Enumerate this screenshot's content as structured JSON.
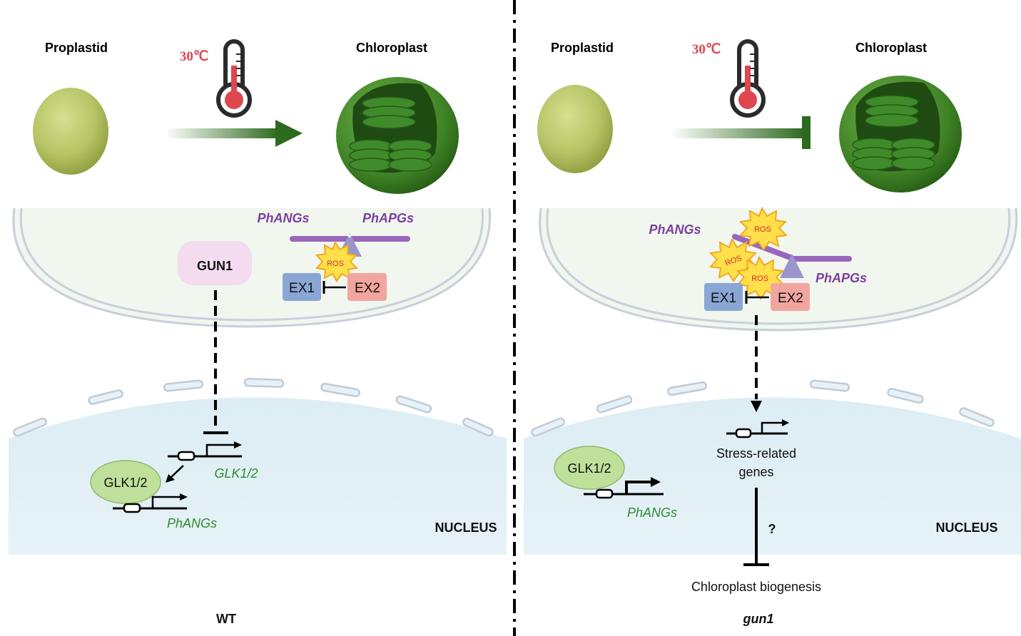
{
  "panels": {
    "wt": {
      "proplastid": "Proplastid",
      "temperature": "30℃",
      "chloroplast": "Chloroplast",
      "angs": "PhANGs",
      "apgs": "PhAPGs",
      "gun1": "GUN1",
      "ros": "ROS",
      "ex1": "EX1",
      "ex2": "EX2",
      "glk_protein": "GLK1/2",
      "glk_gene": "GLK1/2",
      "angs_gene": "PhANGs",
      "nucleus": "NUCLEUS",
      "genotype": "WT"
    },
    "gun1": {
      "proplastid": "Proplastid",
      "temperature": "30℃",
      "chloroplast": "Chloroplast",
      "angs": "PhANGs",
      "apgs": "PhAPGs",
      "ros1": "ROS",
      "ros2": "ROS",
      "ros3": "ROS",
      "ex1": "EX1",
      "ex2": "EX2",
      "stress_line1": "Stress-related",
      "stress_line2": "genes",
      "glk_protein": "GLK1/2",
      "angs_gene": "PhANGs",
      "nucleus": "NUCLEUS",
      "question": "?",
      "biogenesis": "Chloroplast biogenesis",
      "genotype": "gun1"
    }
  },
  "colors": {
    "purple": "#7b3fa0",
    "green_text": "#2e8b2e",
    "temp_red": "#e0464e",
    "dark_green": "#2d6a1e",
    "ex1_fill": "#8aa6d6",
    "ex2_fill": "#f2a59f",
    "gun1_fill": "#f3dcef",
    "glk_fill": "#bfe09a",
    "nucleus_fill": "#e3f1f6",
    "chloro_cell_fill": "#f1f6ee"
  }
}
